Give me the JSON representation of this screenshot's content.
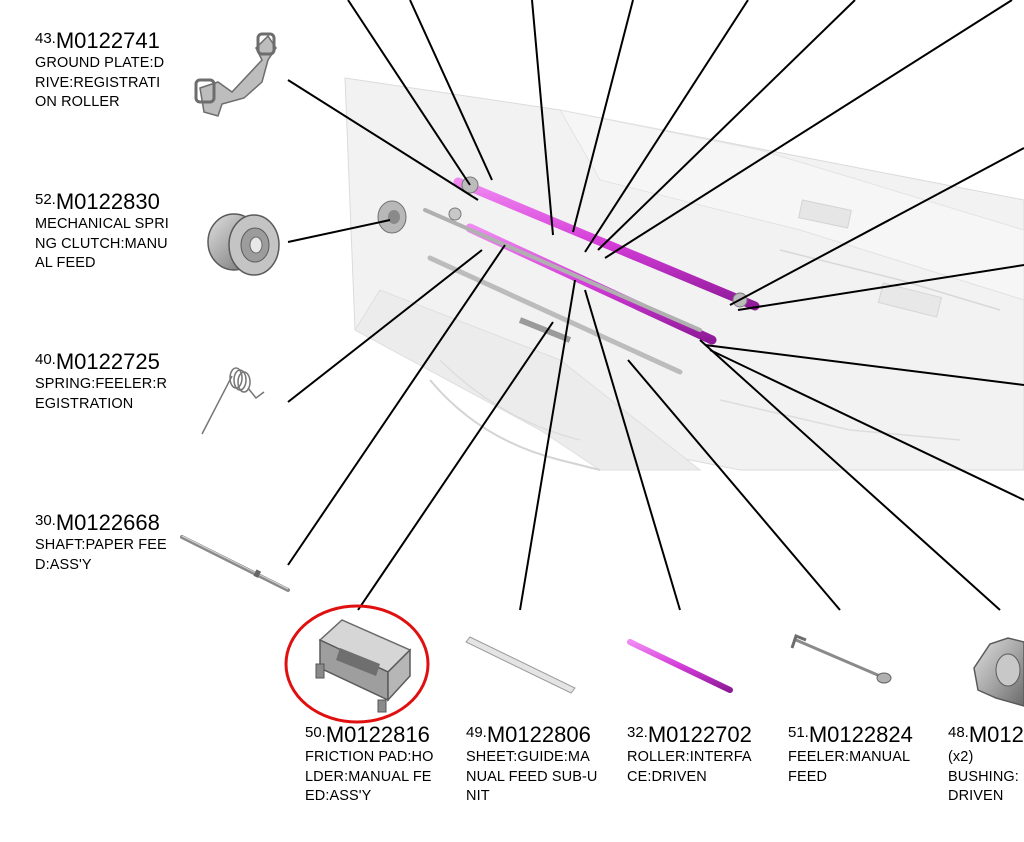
{
  "parts": [
    {
      "index": "43.",
      "part_number": "M0122741",
      "description": "GROUND PLATE:D\nRIVE:REGISTRATI\nON ROLLER"
    },
    {
      "index": "52.",
      "part_number": "M0122830",
      "description": "MECHANICAL SPRI\nNG CLUTCH:MANU\nAL FEED"
    },
    {
      "index": "40.",
      "part_number": "M0122725",
      "description": "SPRING:FEELER:R\nEGISTRATION"
    },
    {
      "index": "30.",
      "part_number": "M0122668",
      "description": "SHAFT:PAPER FEE\nD:ASS'Y"
    },
    {
      "index": "50.",
      "part_number": "M0122816",
      "description": "FRICTION PAD:HO\nLDER:MANUAL FE\nED:ASS'Y"
    },
    {
      "index": "49.",
      "part_number": "M0122806",
      "description": "SHEET:GUIDE:MA\nNUAL FEED SUB-U\nNIT"
    },
    {
      "index": "32.",
      "part_number": "M0122702",
      "description": "ROLLER:INTERFA\nCE:DRIVEN"
    },
    {
      "index": "51.",
      "part_number": "M0122824",
      "description": "FEELER:MANUAL\nFEED"
    },
    {
      "index": "48.",
      "part_number": "M012",
      "description": "(x2)\nBUSHING:\nDRIVEN"
    }
  ],
  "colors": {
    "roller": "#d43cd8",
    "roller_dark": "#a51fae",
    "highlight_circle": "#e01010",
    "leader": "#000000",
    "assembly": "#ececec"
  }
}
